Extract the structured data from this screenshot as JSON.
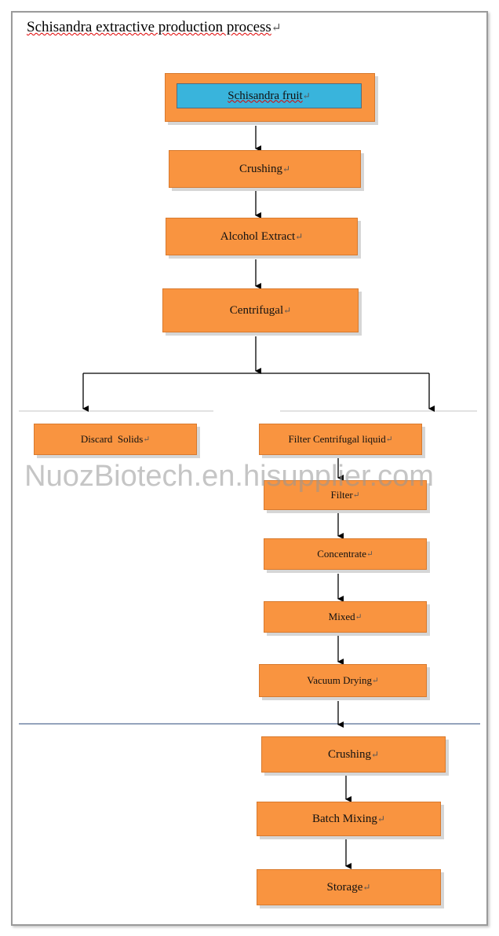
{
  "title": "Schisandra extractive production process",
  "paragraph_mark": "↵",
  "steps": {
    "schisandra_fruit": "Schisandra fruit",
    "crushing": "Crushing",
    "alcohol_extract": "Alcohol Extract",
    "centrifugal": "Centrifugal",
    "discard_solids": "Discard  Solids",
    "filter_centrifugal_liquid": "Filter Centrifugal liquid",
    "filter": "Filter",
    "concentrate": "Concentrate",
    "mixed": "Mixed",
    "vacuum_drying": "Vacuum Drying",
    "crushing_2": "Crushing",
    "batch_mixing": "Batch Mixing",
    "storage": "Storage"
  },
  "watermark": "NuozBiotech.en.hisupplier.com",
  "colors": {
    "box_fill": "#f99440",
    "highlight_fill": "#39b4dc",
    "arrow": "#000000",
    "separator": "#2b4a7a"
  }
}
